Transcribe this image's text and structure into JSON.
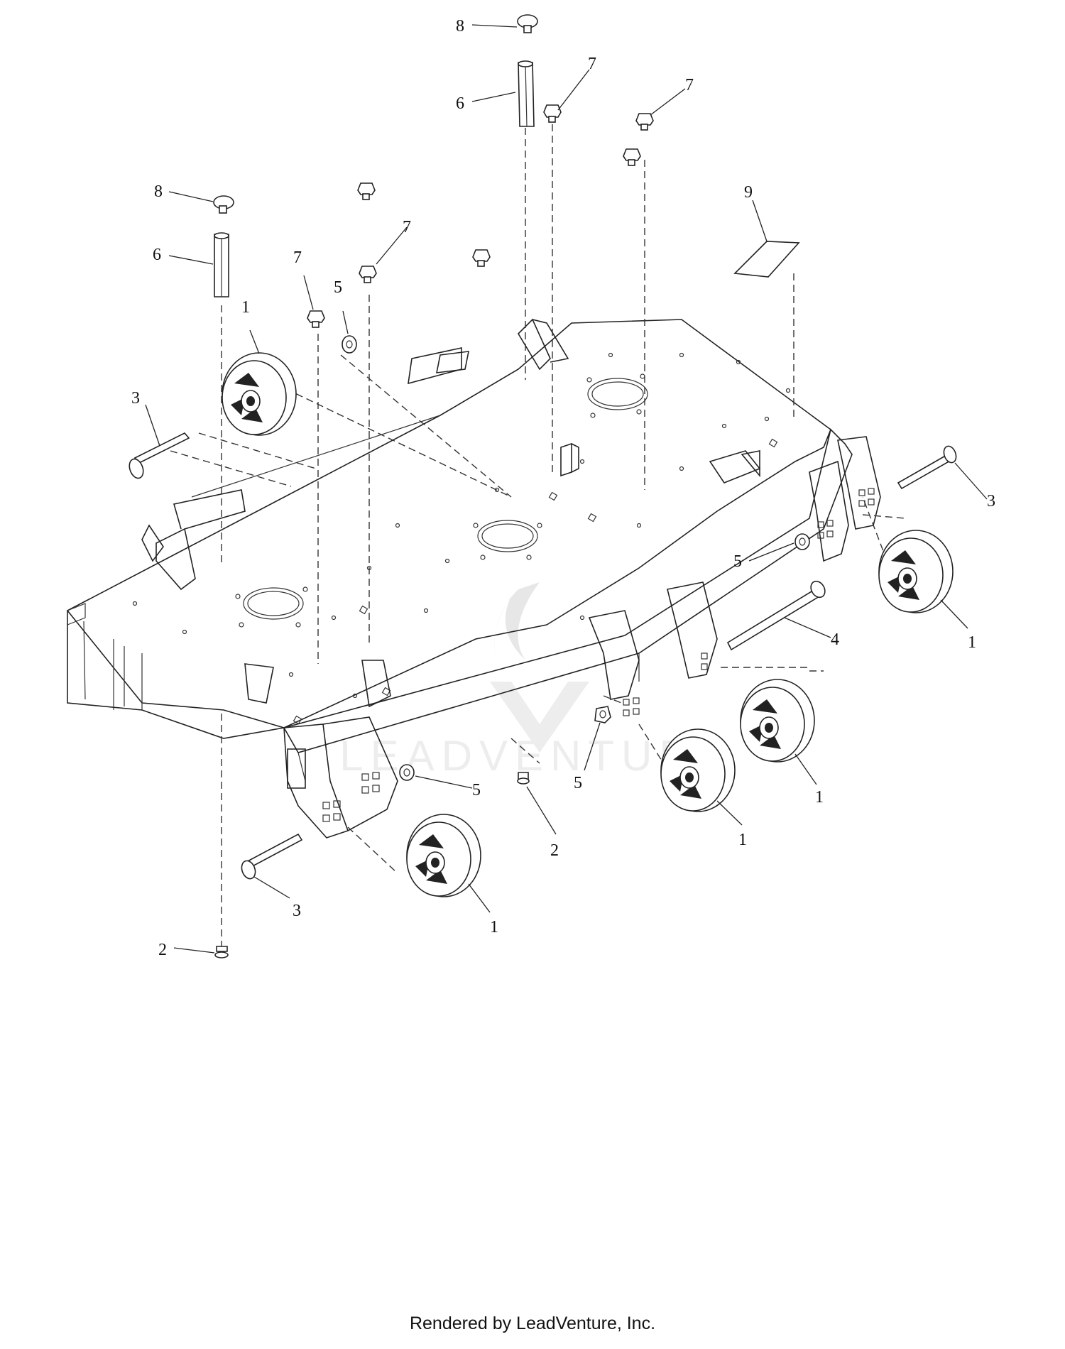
{
  "diagram": {
    "callouts": [
      {
        "label": "8"
      },
      {
        "label": "6"
      },
      {
        "label": "7"
      },
      {
        "label": "7"
      },
      {
        "label": "8"
      },
      {
        "label": "6"
      },
      {
        "label": "7"
      },
      {
        "label": "7"
      },
      {
        "label": "5"
      },
      {
        "label": "9"
      },
      {
        "label": "1"
      },
      {
        "label": "3"
      },
      {
        "label": "3"
      },
      {
        "label": "5"
      },
      {
        "label": "4"
      },
      {
        "label": "1"
      },
      {
        "label": "1"
      },
      {
        "label": "1"
      },
      {
        "label": "5"
      },
      {
        "label": "5"
      },
      {
        "label": "2"
      },
      {
        "label": "3"
      },
      {
        "label": "1"
      },
      {
        "label": "2"
      }
    ]
  },
  "watermark": {
    "text": "LEADVENTURE"
  },
  "footer": {
    "text": "Rendered by LeadVenture, Inc."
  },
  "colors": {
    "line": "#222222",
    "watermark": "#dcdcdc"
  }
}
